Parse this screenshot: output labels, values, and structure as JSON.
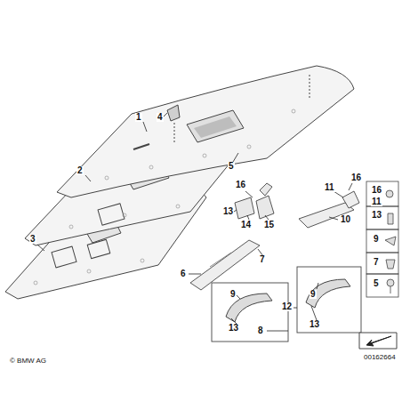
{
  "diagram": {
    "labels": [
      "1",
      "4",
      "2",
      "3",
      "5",
      "16",
      "11",
      "16",
      "13",
      "14",
      "15",
      "10",
      "16",
      "11",
      "13",
      "9",
      "7",
      "5",
      "6",
      "7",
      "12",
      "9",
      "13",
      "9",
      "13",
      "8",
      "© BMW AG",
      "00162664"
    ]
  }
}
